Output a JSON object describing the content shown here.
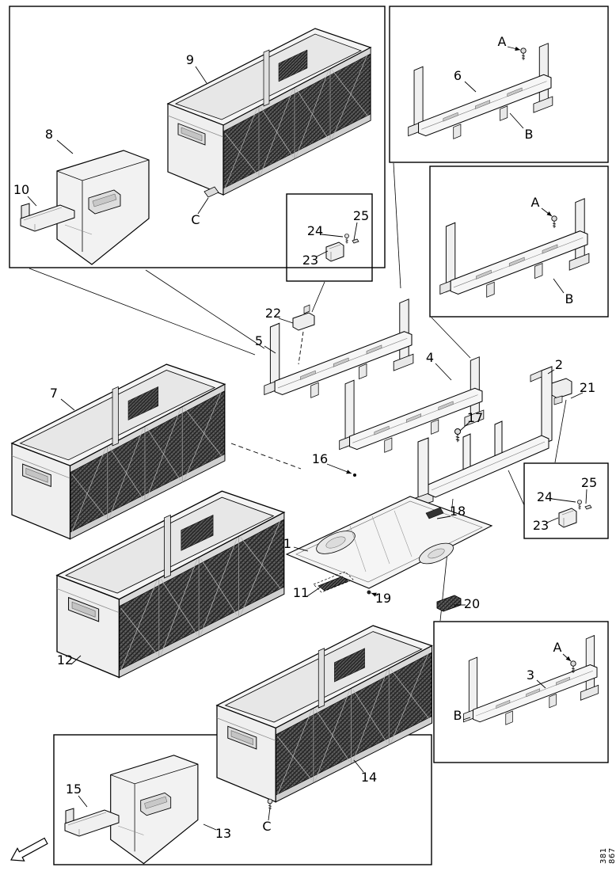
{
  "figure": {
    "drawing_number": "381 867",
    "callouts": [
      {
        "label": "9"
      },
      {
        "label": "8"
      },
      {
        "label": "10"
      },
      {
        "label": "C"
      },
      {
        "label": "6"
      },
      {
        "label": "A"
      },
      {
        "label": "B"
      },
      {
        "label": "A"
      },
      {
        "label": "B"
      },
      {
        "label": "25"
      },
      {
        "label": "24"
      },
      {
        "label": "23"
      },
      {
        "label": "22"
      },
      {
        "label": "5"
      },
      {
        "label": "7"
      },
      {
        "label": "4"
      },
      {
        "label": "2"
      },
      {
        "label": "21"
      },
      {
        "label": "17"
      },
      {
        "label": "16"
      },
      {
        "label": "18"
      },
      {
        "label": "1"
      },
      {
        "label": "11"
      },
      {
        "label": "19"
      },
      {
        "label": "20"
      },
      {
        "label": "12"
      },
      {
        "label": "25"
      },
      {
        "label": "24"
      },
      {
        "label": "23"
      },
      {
        "label": "3"
      },
      {
        "label": "A"
      },
      {
        "label": "B"
      },
      {
        "label": "14"
      },
      {
        "label": "15"
      },
      {
        "label": "13"
      },
      {
        "label": "C"
      }
    ]
  }
}
